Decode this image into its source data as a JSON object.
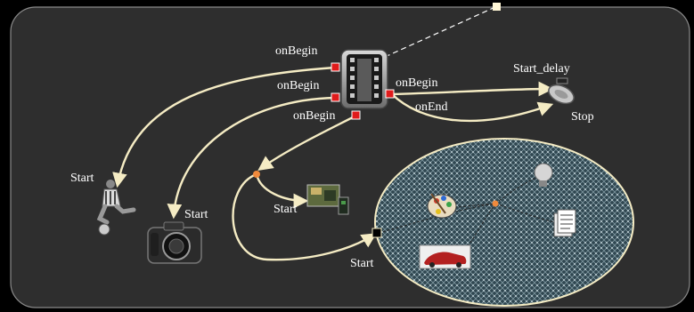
{
  "canvas": {
    "background": "#000000",
    "panel_fill": "#2e2e2e",
    "panel_stroke": "#8a8a8a"
  },
  "edge_color": "#f5ecc4",
  "port_color": "#e01b1b",
  "labels": {
    "onbegin_top": "onBegin",
    "onbegin_mid": "onBegin",
    "onbegin_low": "onBegin",
    "onbegin_right": "onBegin",
    "onend": "onEnd",
    "start_delay": "Start_delay",
    "stop": "Stop",
    "start_player": "Start",
    "start_camera": "Start",
    "start_video": "Start",
    "start_group": "Start"
  },
  "icons": {
    "film": "film-strip-icon",
    "player": "football-player-icon",
    "camera": "camera-icon",
    "video": "video-screenshot-icon",
    "sound": "speaker-icon",
    "palette": "paint-palette-icon",
    "bulb": "light-bulb-icon",
    "document": "document-icon",
    "car": "red-car-icon"
  }
}
